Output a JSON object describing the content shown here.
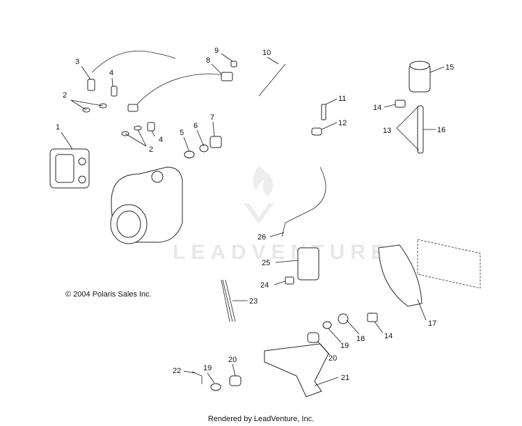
{
  "labels": [
    "1",
    "2",
    "2",
    "3",
    "4",
    "4",
    "5",
    "6",
    "7",
    "8",
    "9",
    "10",
    "11",
    "12",
    "13",
    "14",
    "14",
    "15",
    "16",
    "17",
    "18",
    "19",
    "19",
    "20",
    "20",
    "21",
    "22",
    "23",
    "24",
    "25",
    "26"
  ],
  "copyright": "© 2004 Polaris Sales Inc.",
  "footer": "Rendered by LeadVenture, Inc.",
  "watermark": "LEADVENTURE"
}
